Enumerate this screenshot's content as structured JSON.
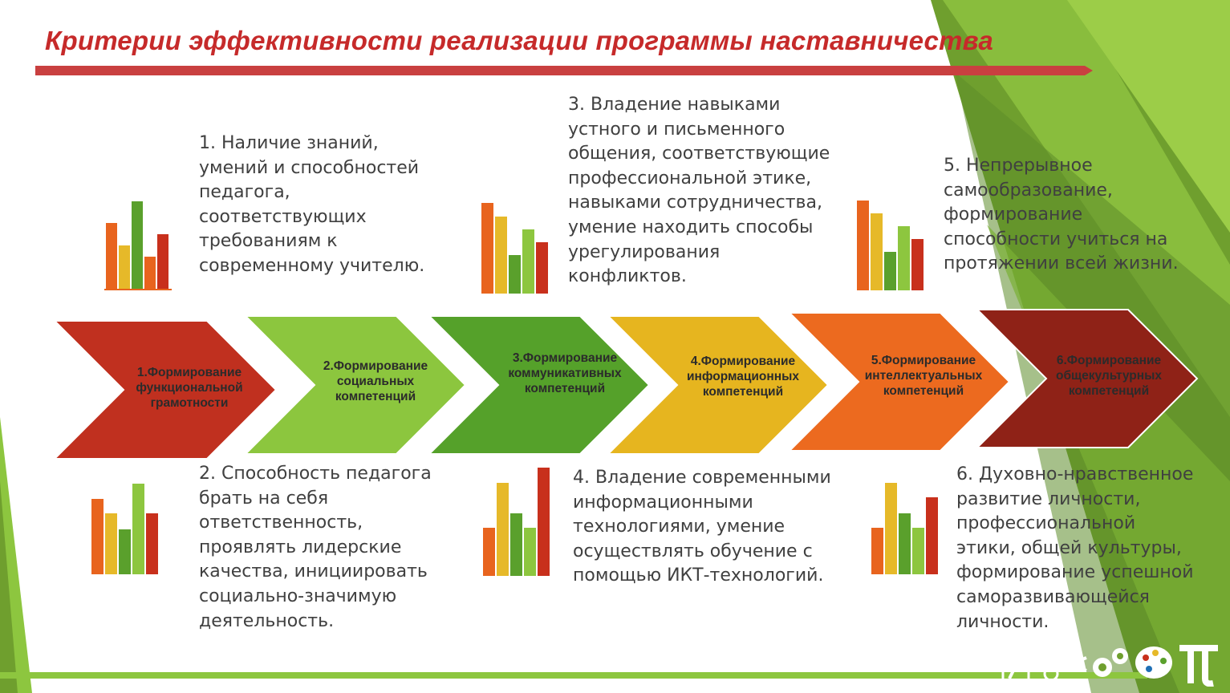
{
  "slide": {
    "title": "Критерии эффективности реализации программы наставничества"
  },
  "criteria": [
    {
      "id": 1,
      "text": "1. Наличие знаний, умений и способностей педагога, соответствующих требованиям к современному учителю."
    },
    {
      "id": 2,
      "text": "2. Способность педагога брать на себя ответственность, проявлять лидерские качества, инициировать социально-значимую деятельность."
    },
    {
      "id": 3,
      "text": "3. Владение навыками устного и письменного общения, соответствующие профессиональной этике, навыками сотрудничества, умение находить способы урегулирования конфликтов."
    },
    {
      "id": 4,
      "text": "4. Владение современными информационными технологиями, умение осуществлять обучение с помощью ИКТ-технологий."
    },
    {
      "id": 5,
      "text": "5. Непрерывное самообразование, формирование способности учиться на протяжении всей жизни."
    },
    {
      "id": 6,
      "text": "6. Духовно-нравственное развитие личности, профессиональной этики, общей культуры, формирование успешной саморазвивающейся личности."
    }
  ],
  "stages": [
    {
      "label": "1.Формирование функциональной грамотности",
      "color": "#c0301f"
    },
    {
      "label": "2.Формирование социальных компетенций",
      "color": "#8cc63e"
    },
    {
      "label": "3.Формирование коммуникативных компетенций",
      "color": "#55a12a"
    },
    {
      "label": "4.Формирование информационных компетенций",
      "color": "#e6b51f"
    },
    {
      "label": "5.Формирование интеллектуальных компетенций",
      "color": "#ec6a1f"
    },
    {
      "label": "6.Формирование общекультурных компетенций",
      "color": "#8f2217"
    }
  ],
  "colors": {
    "title": "#c62a2a",
    "title_rule": "#c94040",
    "text": "#404040",
    "accent_green": "#8dc63f",
    "bar_orange": "#e8641e",
    "bar_yellow": "#e6b929",
    "bar_green": "#5aa02c",
    "bar_lightgreen": "#8dc63f",
    "bar_red": "#c8301c"
  },
  "icons": [
    "bar-chart-icon",
    "pencil-icon",
    "scissors-icon",
    "gears-icon",
    "palette-icon",
    "pi-icon"
  ]
}
